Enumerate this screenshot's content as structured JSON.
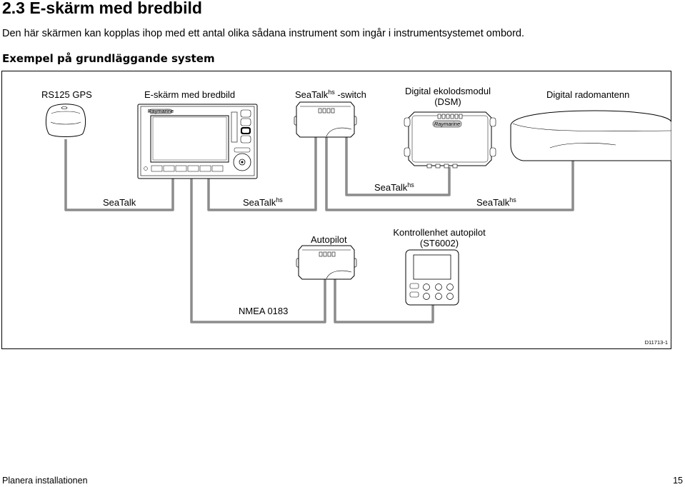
{
  "page": {
    "heading": "2.3 E-skärm med bredbild",
    "intro": "Den här skärmen kan kopplas ihop med ett antal olika sådana instrument som ingår i instrumentsystemet ombord.",
    "subheading": "Exempel på grundläggande system",
    "footer_left": "Planera installationen",
    "footer_right": "15"
  },
  "diagram": {
    "devices": {
      "gps": "RS125 GPS",
      "display": "E-skärm med bredbild",
      "switch_name": "SeaTalk",
      "switch_sup": "hs",
      "switch_suffix": " -switch",
      "dsm_line1": "Digital ekolodsmodul",
      "dsm_line2": "(DSM)",
      "radome": "Digital radomantenn",
      "autopilot": "Autopilot",
      "controller_line1": "Kontrollenhet autopilot",
      "controller_line2": "(ST6002)"
    },
    "cables": {
      "seatalk": "SeaTalk",
      "seatalkhs_name": "SeaTalk",
      "seatalkhs_sup": "hs",
      "nmea": "NMEA 0183"
    },
    "brand": "Raymarine",
    "figure_id": "D11713-1"
  }
}
